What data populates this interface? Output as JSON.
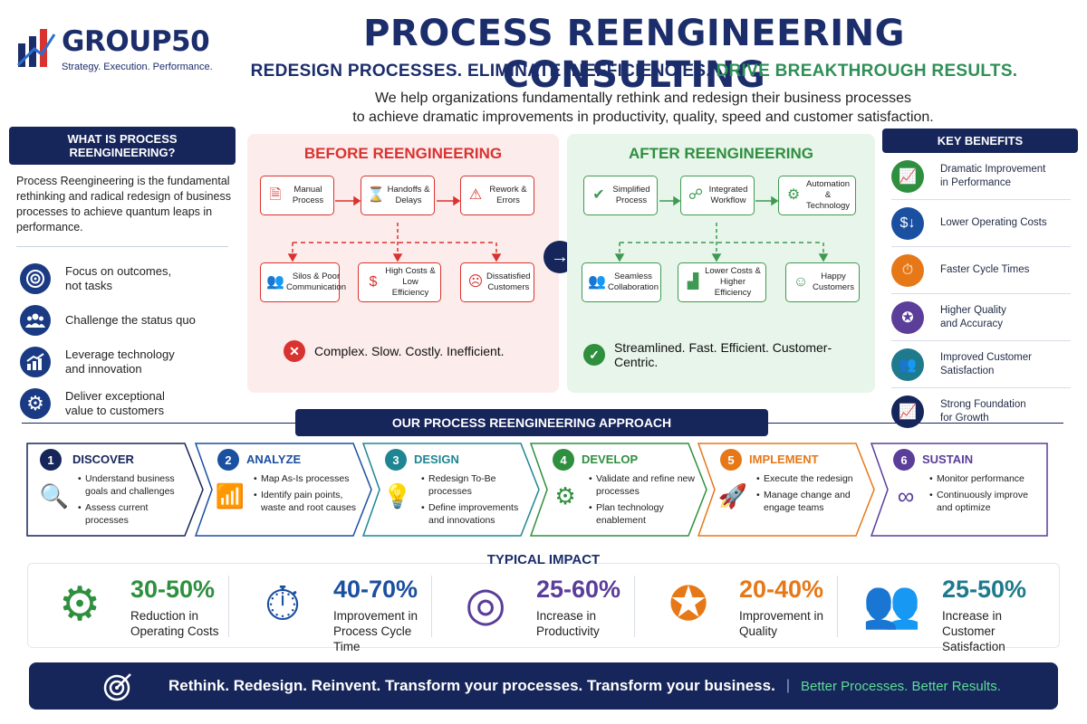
{
  "brand": {
    "name": "GROUP50",
    "tagline": "Strategy. Execution. Performance."
  },
  "header": {
    "title": "PROCESS REENGINEERING CONSULTING",
    "subtitle_main": "REDESIGN PROCESSES. ELIMINATE INEFFICIENCIES.",
    "subtitle_accent": "DRIVE BREAKTHROUGH RESULTS.",
    "intro_line1": "We help organizations fundamentally rethink and redesign their business processes",
    "intro_line2": "to achieve dramatic improvements in productivity, quality, speed and customer satisfaction."
  },
  "what": {
    "heading": "WHAT IS PROCESS REENGINEERING?",
    "description": "Process Reengineering is the fundamental rethinking and radical redesign of business processes to achieve quantum leaps in performance.",
    "items": [
      {
        "icon": "target-icon",
        "line1": "Focus on outcomes,",
        "line2": "not tasks"
      },
      {
        "icon": "team-icon",
        "line1": "Challenge the status quo",
        "line2": ""
      },
      {
        "icon": "growth-chart-icon",
        "line1": "Leverage technology",
        "line2": "and innovation"
      },
      {
        "icon": "gear-icon",
        "line1": "Deliver exceptional",
        "line2": "value to customers"
      }
    ]
  },
  "before": {
    "title": "BEFORE REENGINEERING",
    "row1": [
      {
        "icon": "document-icon",
        "l1": "Manual",
        "l2": "Process"
      },
      {
        "icon": "hourglass-icon",
        "l1": "Handoffs &",
        "l2": "Delays"
      },
      {
        "icon": "warning-icon",
        "l1": "Rework &",
        "l2": "Errors"
      }
    ],
    "row2": [
      {
        "icon": "people-icon",
        "l1": "Silos & Poor",
        "l2": "Communication"
      },
      {
        "icon": "dollar-icon",
        "l1": "High Costs &",
        "l2": "Low Efficiency"
      },
      {
        "icon": "sad-face-icon",
        "l1": "Dissatisfied",
        "l2": "Customers"
      }
    ],
    "verdict": "Complex. Slow. Costly. Inefficient."
  },
  "after": {
    "title": "AFTER REENGINEERING",
    "row1": [
      {
        "icon": "check-circle-icon",
        "l1": "Simplified",
        "l2": "Process"
      },
      {
        "icon": "network-icon",
        "l1": "Integrated",
        "l2": "Workflow"
      },
      {
        "icon": "gear-icon",
        "l1": "Automation &",
        "l2": "Technology"
      }
    ],
    "row2": [
      {
        "icon": "people-icon",
        "l1": "Seamless",
        "l2": "Collaboration"
      },
      {
        "icon": "bar-chart-icon",
        "l1": "Lower Costs &",
        "l2": "Higher Efficiency"
      },
      {
        "icon": "happy-face-icon",
        "l1": "Happy",
        "l2": "Customers"
      }
    ],
    "verdict": "Streamlined. Fast. Efficient. Customer-Centric."
  },
  "benefits": {
    "heading": "KEY BENEFITS",
    "items": [
      {
        "icon": "growth-chart-icon",
        "color": "#2e8f3e",
        "l1": "Dramatic Improvement",
        "l2": "in Performance"
      },
      {
        "icon": "dollar-down-icon",
        "color": "#1b4fa0",
        "l1": "Lower Operating Costs",
        "l2": ""
      },
      {
        "icon": "stopwatch-icon",
        "color": "#e67817",
        "l1": "Faster Cycle Times",
        "l2": ""
      },
      {
        "icon": "award-icon",
        "color": "#5b3d9a",
        "l1": "Higher Quality",
        "l2": "and Accuracy"
      },
      {
        "icon": "team-icon",
        "color": "#1e7a8c",
        "l1": "Improved Customer",
        "l2": "Satisfaction"
      },
      {
        "icon": "growth-chart-icon",
        "color": "#16255a",
        "l1": "Strong Foundation",
        "l2": "for Growth"
      }
    ]
  },
  "approach": {
    "heading": "OUR PROCESS REENGINEERING APPROACH",
    "steps": [
      {
        "num": "1",
        "name": "DISCOVER",
        "color": "#16255a",
        "icon": "magnifier-icon",
        "b1": "Understand business goals and challenges",
        "b2": "Assess current processes"
      },
      {
        "num": "2",
        "name": "ANALYZE",
        "color": "#1b4fa0",
        "icon": "bar-chart-icon",
        "b1": "Map As-Is processes",
        "b2": "Identify pain points, waste and root causes"
      },
      {
        "num": "3",
        "name": "DESIGN",
        "color": "#1e8592",
        "icon": "lightbulb-icon",
        "b1": "Redesign To-Be processes",
        "b2": "Define improvements and innovations"
      },
      {
        "num": "4",
        "name": "DEVELOP",
        "color": "#2e8f3e",
        "icon": "gear-icon",
        "b1": "Validate and refine new processes",
        "b2": "Plan technology enablement"
      },
      {
        "num": "5",
        "name": "IMPLEMENT",
        "color": "#e67817",
        "icon": "rocket-icon",
        "b1": "Execute the redesign",
        "b2": "Manage change and engage teams"
      },
      {
        "num": "6",
        "name": "SUSTAIN",
        "color": "#5b3d9a",
        "icon": "infinity-icon",
        "b1": "Monitor performance",
        "b2": "Continuously improve and optimize"
      }
    ]
  },
  "impact": {
    "heading": "TYPICAL IMPACT",
    "items": [
      {
        "icon": "gear-growth-icon",
        "color": "#2e8f3e",
        "pct": "30-50%",
        "l1": "Reduction in",
        "l2": "Operating Costs"
      },
      {
        "icon": "stopwatch-icon",
        "color": "#1b4fa0",
        "pct": "40-70%",
        "l1": "Improvement in",
        "l2": "Process Cycle Time"
      },
      {
        "icon": "target-icon",
        "color": "#5b3d9a",
        "pct": "25-60%",
        "l1": "Increase in",
        "l2": "Productivity"
      },
      {
        "icon": "award-icon",
        "color": "#e67817",
        "pct": "20-40%",
        "l1": "Improvement in",
        "l2": "Quality"
      },
      {
        "icon": "team-stars-icon",
        "color": "#1e7a8c",
        "pct": "25-50%",
        "l1": "Increase in Customer",
        "l2": "Satisfaction"
      }
    ]
  },
  "footer": {
    "icon": "target-icon",
    "main": "Rethink. Redesign. Reinvent. Transform your processes. Transform your business.",
    "accent": "Better Processes. Better Results."
  },
  "colors": {
    "navy": "#16255a",
    "red": "#d9332f",
    "green": "#3e9a52",
    "before_bg": "#fdecec",
    "after_bg": "#e8f5ea"
  }
}
